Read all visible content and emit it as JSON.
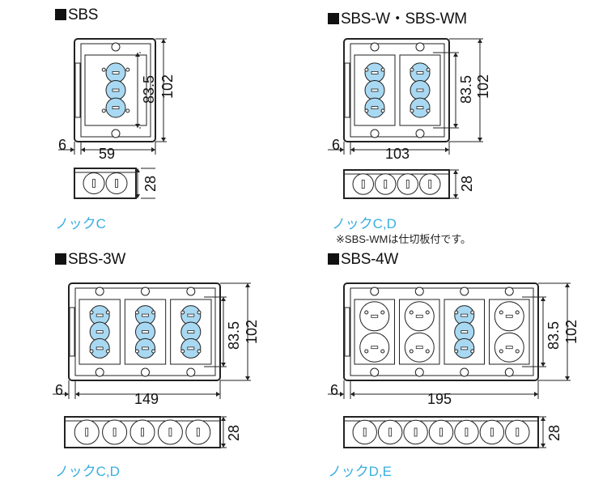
{
  "colors": {
    "knock": "#3aaee0",
    "knockout_fill": "#a9d9f2",
    "line": "#222222"
  },
  "panels": [
    {
      "title": "SBS",
      "dims": {
        "depth_offset": "6",
        "width": "59",
        "inner_height": "83.5",
        "height": "102",
        "side_depth": "28"
      },
      "knock": "ノックC",
      "gangs": 1
    },
    {
      "title": "SBS-W・SBS-WM",
      "dims": {
        "depth_offset": "6",
        "width": "103",
        "inner_height": "83.5",
        "height": "102",
        "side_depth": "28"
      },
      "knock": "ノックC,D",
      "note": "※SBS-WMは仕切板付です。",
      "gangs": 2
    },
    {
      "title": "SBS-3W",
      "dims": {
        "depth_offset": "6",
        "width": "149",
        "inner_height": "83.5",
        "height": "102",
        "side_depth": "28"
      },
      "knock": "ノックC,D",
      "gangs": 3
    },
    {
      "title": "SBS-4W",
      "dims": {
        "depth_offset": "6",
        "width": "195",
        "inner_height": "83.5",
        "height": "102",
        "side_depth": "28"
      },
      "knock": "ノックD,E",
      "gangs": 4
    }
  ]
}
